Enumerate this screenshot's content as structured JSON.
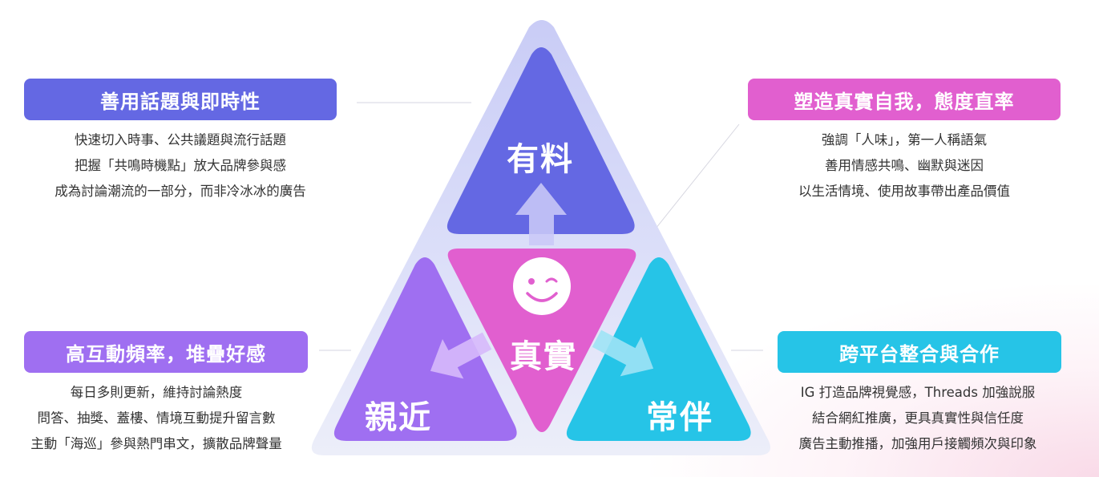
{
  "colors": {
    "top": "#6468e3",
    "left": "#9f6ff1",
    "right": "#26c4e7",
    "center": "#e15fcf"
  },
  "center_icon": "smiley-wink-icon",
  "triangles": {
    "top": "有料",
    "left": "親近",
    "right": "常伴",
    "center": "真實"
  },
  "blocks": {
    "top_left": {
      "title": "善用話題與即時性",
      "lines": [
        "快速切入時事、公共議題與流行話題",
        "把握「共鳴時機點」放大品牌參與感",
        "成為討論潮流的一部分，而非冷冰冰的廣告"
      ]
    },
    "top_right": {
      "title": "塑造真實自我，態度直率",
      "lines": [
        "強調「人味」，第一人稱語氣",
        "善用情感共鳴、幽默與迷因",
        "以生活情境、使用故事帶出產品價值"
      ]
    },
    "bottom_left": {
      "title": "高互動頻率，堆疊好感",
      "lines": [
        "每日多則更新，維持討論熱度",
        "問答、抽獎、蓋樓、情境互動提升留言數",
        "主動「海巡」參與熱門串文，擴散品牌聲量"
      ]
    },
    "bottom_right": {
      "title": "跨平台整合與合作",
      "lines": [
        "IG 打造品牌視覺感，Threads 加強說服",
        "結合網紅推廣，更具真實性與信任度",
        "廣告主動推播，加強用戶接觸頻次與印象"
      ]
    }
  }
}
